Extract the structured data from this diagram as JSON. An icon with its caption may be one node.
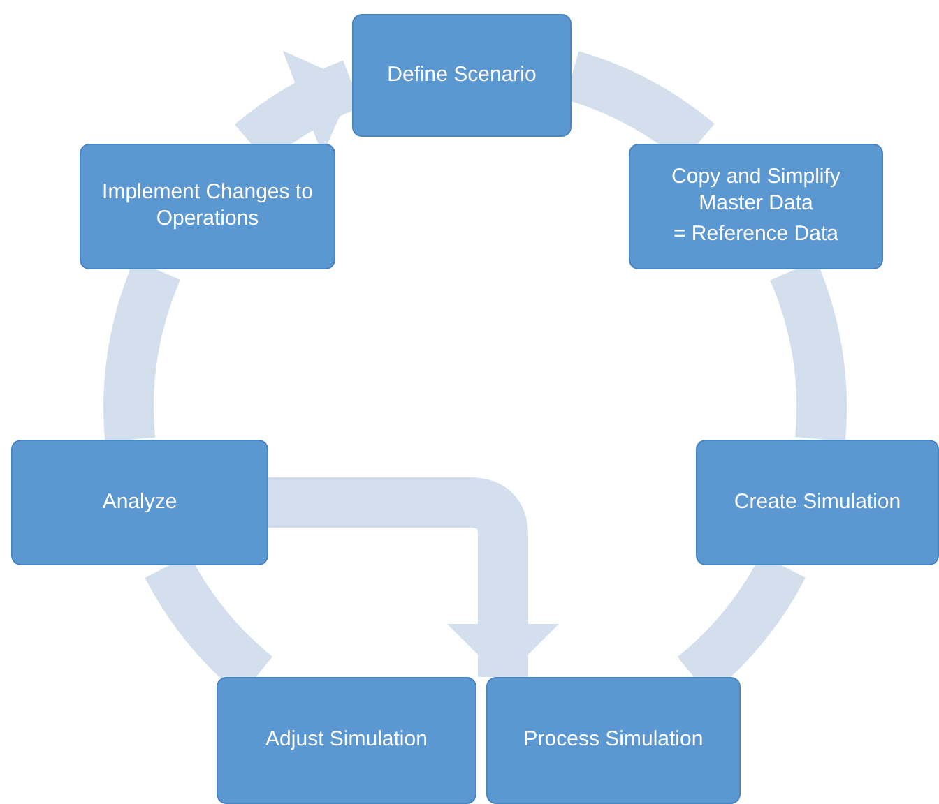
{
  "diagram": {
    "nodes": [
      {
        "text": [
          "Define Scenario"
        ]
      },
      {
        "text": [
          "Copy and Simplify Master Data",
          "= Reference Data"
        ]
      },
      {
        "text": [
          "Create Simulation"
        ]
      },
      {
        "text": [
          "Process Simulation"
        ]
      },
      {
        "text": [
          "Adjust Simulation"
        ]
      },
      {
        "text": [
          "Analyze"
        ]
      },
      {
        "text": [
          "Implement Changes to Operations"
        ]
      }
    ],
    "edges": [
      {
        "from": 0,
        "to": 1,
        "arrow": "none"
      },
      {
        "from": 1,
        "to": 2,
        "arrow": "none"
      },
      {
        "from": 2,
        "to": 3,
        "arrow": "none"
      },
      {
        "from": 4,
        "to": 5,
        "arrow": "none"
      },
      {
        "from": 5,
        "to": 6,
        "arrow": "none"
      },
      {
        "from": 6,
        "to": 0,
        "arrow": "to"
      },
      {
        "from": 5,
        "to": 3,
        "arrow": "to"
      }
    ]
  }
}
